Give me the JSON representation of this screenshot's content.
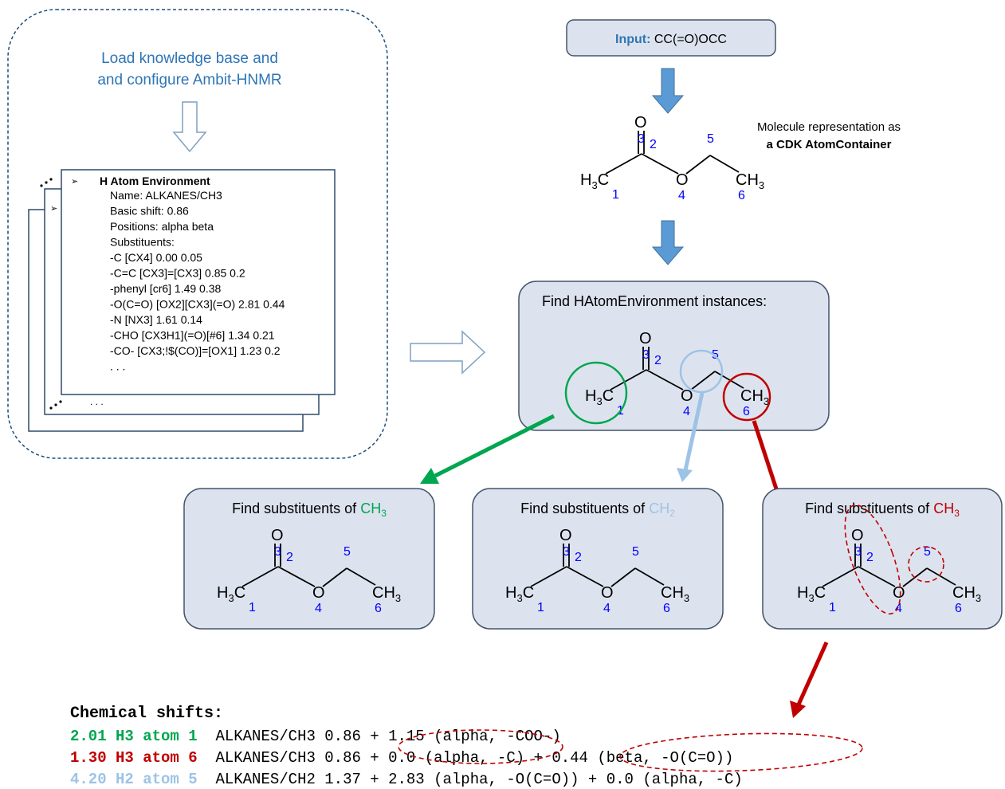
{
  "kb": {
    "title_line1": "Load knowledge base and",
    "title_line2": "and configure Ambit-HNMR",
    "card": {
      "heading": "H Atom Environment",
      "lines": [
        "Name: ALKANES/CH3",
        "Basic shift:  0.86",
        "Positions: alpha beta",
        "Substituents:",
        "-C [CX4] 0.00 0.05",
        "-C=C [CX3]=[CX3] 0.85 0.2",
        "-phenyl [cr6] 1.49 0.38",
        "-O(C=O) [OX2][CX3](=O) 2.81 0.44",
        "-N  [NX3] 1.61 0.14",
        "-CHO [CX3H1](=O)[#6] 1.34 0.21",
        "-CO- [CX3;!$(CO)]=[OX1] 1.23 0.2",
        ". . ."
      ],
      "more": ". . ."
    }
  },
  "input": {
    "label": "Input:",
    "smiles": "CC(=O)OCC"
  },
  "mol_rep": {
    "line1": "Molecule representation as",
    "line2": "a CDK AtomContainer"
  },
  "molecule": {
    "O": "O",
    "H3C_H": "H",
    "H3C_3": "3",
    "H3C_C": "C",
    "ring_O": "O",
    "CH3_CH": "CH",
    "CH3_3": "3",
    "n1": "1",
    "n2": "2",
    "n3": "3",
    "n4": "4",
    "n5": "5",
    "n6": "6"
  },
  "find_env": {
    "title": "Find HAtomEnvironment instances:"
  },
  "subst": {
    "prefix": "Find substituents of",
    "green": {
      "main": "CH",
      "sub": "3"
    },
    "blue": {
      "main": "CH",
      "sub": "2"
    },
    "red": {
      "main": "CH",
      "sub": "3"
    }
  },
  "shifts": {
    "title": "Chemical shifts:",
    "rows": [
      {
        "lead": "2.01 H3 atom 1",
        "rest": "ALKANES/CH3 0.86 + 1.15 (alpha, -COO-)"
      },
      {
        "lead": "1.30 H3 atom 6",
        "rest": "ALKANES/CH3 0.86 + 0.0 (alpha, -C) + 0.44 (beta, -O(C=O))"
      },
      {
        "lead": "4.20 H2 atom 5",
        "rest": "ALKANES/CH2 1.37 + 2.83 (alpha, -O(C=O)) + 0.0 (alpha, -C)"
      }
    ]
  },
  "colors": {
    "green": "#00a650",
    "red": "#c00000",
    "lightblue": "#9dc3e6",
    "atomnum": "#0000ff",
    "arrowblue": "#5b9bd5",
    "boxfill": "#dde3ee",
    "boxstroke": "#44546a",
    "kbtext": "#2e75b6",
    "dashed": "#1f4e79"
  }
}
